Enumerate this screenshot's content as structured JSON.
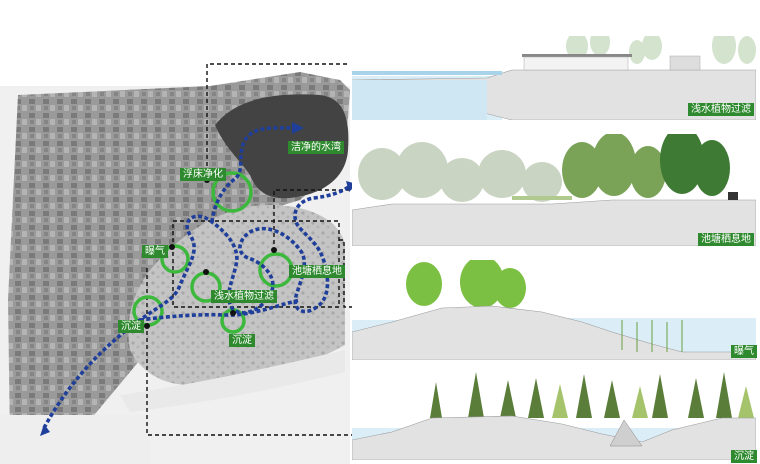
{
  "map": {
    "labels": {
      "clean_bay": "洁净的水湾",
      "floating_bed": "浮床净化",
      "aeration": "曝气",
      "shallow_plant": "浅水植物过滤",
      "pond_habitat": "池塘栖息地",
      "sediment_1": "沉淀",
      "sediment_2": "沉淀"
    }
  },
  "sections": [
    {
      "label": "浅水植物过滤"
    },
    {
      "label": "池塘栖息地"
    },
    {
      "label": "曝气"
    },
    {
      "label": "沉淀"
    }
  ],
  "colors": {
    "flow": "#1f3f9a",
    "ring": "#3cb83c",
    "label_bg": "#2f8a2f",
    "water": "#dbeef8",
    "ground": "#e2e2e2"
  }
}
